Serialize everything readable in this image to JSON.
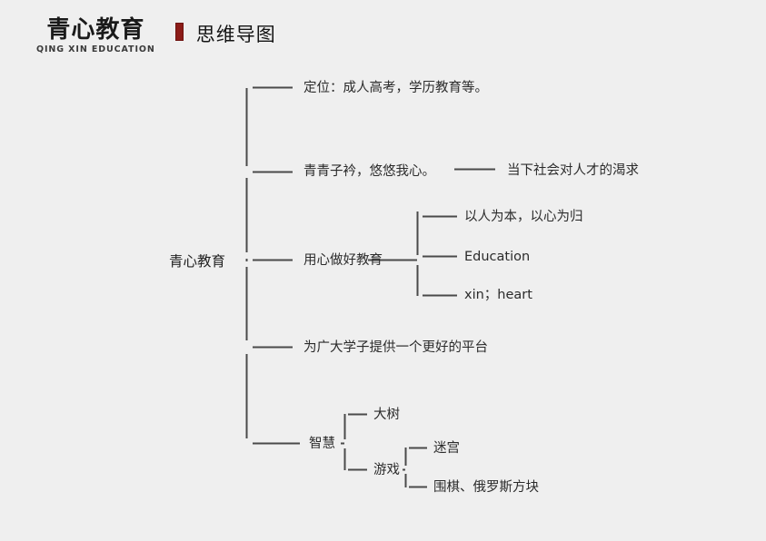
{
  "header": {
    "logo_cn": "青心教育",
    "logo_en": "QING XIN EDUCATION",
    "marker_color": "#8c1c18",
    "title": "思维导图"
  },
  "canvas": {
    "background_color": "#efefef",
    "line_color": "#4a4a4a",
    "text_color": "#2b2b2b"
  },
  "mindmap": {
    "root": "青心教育",
    "branches": [
      {
        "label": "定位：成人高考，学历教育等。",
        "children": []
      },
      {
        "label": "青青子衿，悠悠我心。",
        "linked_note": "当下社会对人才的渴求",
        "children": []
      },
      {
        "label": "用心做好教育",
        "children": [
          {
            "label": "以人为本，以心为归"
          },
          {
            "label": "Education"
          },
          {
            "label": "xin；heart"
          }
        ]
      },
      {
        "label": "为广大学子提供一个更好的平台",
        "children": []
      },
      {
        "label": "智慧",
        "children": [
          {
            "label": "大树",
            "children": []
          },
          {
            "label": "游戏",
            "children": [
              {
                "label": "迷宫"
              },
              {
                "label": "围棋、俄罗斯方块"
              }
            ]
          }
        ]
      }
    ]
  }
}
